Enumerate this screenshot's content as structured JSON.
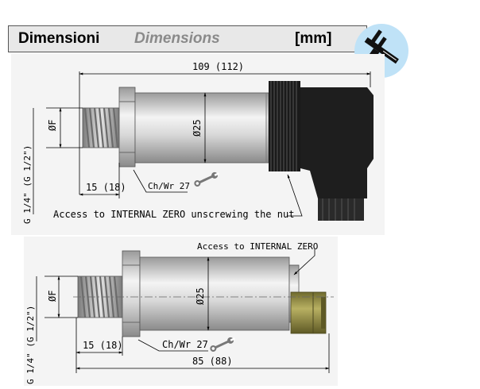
{
  "header": {
    "title_it": "Dimensioni",
    "title_en": "Dimensions",
    "unit": "[mm]"
  },
  "icons": {
    "caliper": "caliper-icon",
    "wrench": "wrench-icon"
  },
  "colors": {
    "header_bg": "#e8e8e8",
    "caliper_bg": "#bfe2f7",
    "connector_black": "#1a1a1a",
    "connector_olive": "#9b9446"
  },
  "drawing_top": {
    "overall_length": "109 (112)",
    "diameter_f": "ØF",
    "diameter_body": "Ø25",
    "thread": "G 1/4\" (G 1/2\")",
    "thread_length": "15 (18)",
    "wrench_size": "Ch/Wr 27",
    "note": "Access to INTERNAL ZERO unscrewing the nut"
  },
  "drawing_bottom": {
    "note": "Access to INTERNAL ZERO",
    "diameter_f": "ØF",
    "diameter_body": "Ø25",
    "thread": "G 1/4\" (G 1/2\")",
    "thread_length": "15 (18)",
    "wrench_size": "Ch/Wr 27",
    "overall_length": "85 (88)"
  }
}
